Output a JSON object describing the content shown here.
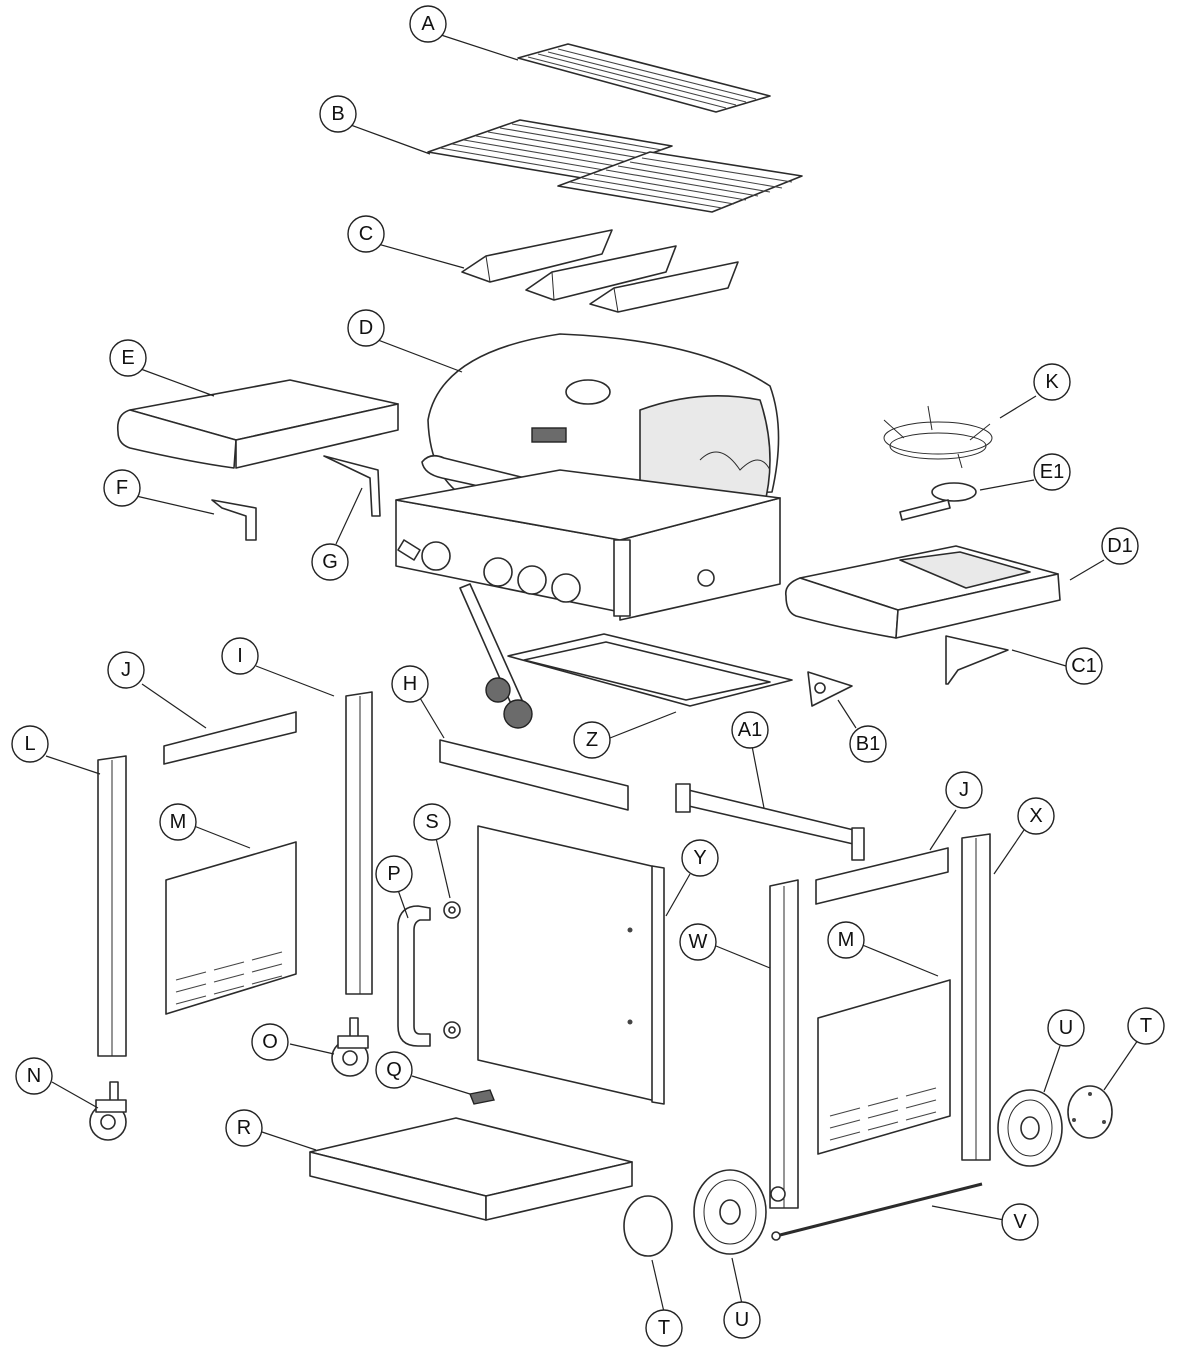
{
  "callouts": [
    {
      "id": "A"
    },
    {
      "id": "B"
    },
    {
      "id": "C"
    },
    {
      "id": "D"
    },
    {
      "id": "E"
    },
    {
      "id": "F"
    },
    {
      "id": "G"
    },
    {
      "id": "K"
    },
    {
      "id": "E1"
    },
    {
      "id": "D1"
    },
    {
      "id": "C1"
    },
    {
      "id": "B1"
    },
    {
      "id": "Z"
    },
    {
      "id": "J"
    },
    {
      "id": "I"
    },
    {
      "id": "H"
    },
    {
      "id": "L"
    },
    {
      "id": "M"
    },
    {
      "id": "S"
    },
    {
      "id": "P"
    },
    {
      "id": "Y"
    },
    {
      "id": "A1"
    },
    {
      "id": "J"
    },
    {
      "id": "X"
    },
    {
      "id": "W"
    },
    {
      "id": "M"
    },
    {
      "id": "O"
    },
    {
      "id": "N"
    },
    {
      "id": "Q"
    },
    {
      "id": "R"
    },
    {
      "id": "U"
    },
    {
      "id": "T"
    },
    {
      "id": "V"
    },
    {
      "id": "T"
    },
    {
      "id": "U"
    }
  ],
  "colors": {
    "line": "#2b2b2b",
    "background": "#ffffff"
  }
}
